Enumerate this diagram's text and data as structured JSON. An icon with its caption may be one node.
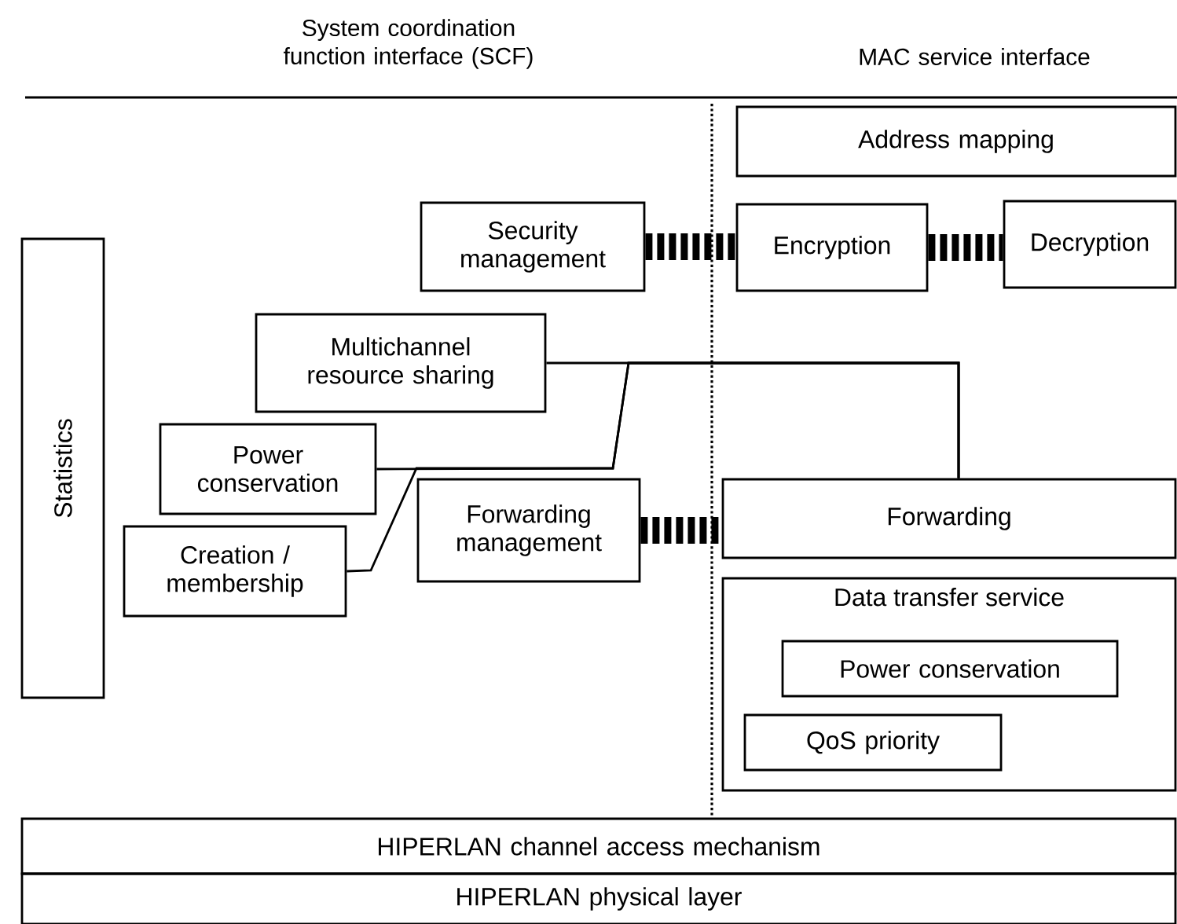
{
  "diagram": {
    "nodes": [
      {
        "text": [
          "Statistics"
        ]
      },
      {
        "text": [
          "Security management"
        ]
      },
      {
        "text": [
          "Encryption"
        ]
      },
      {
        "text": [
          "Decryption"
        ]
      },
      {
        "text": [
          "Address mapping"
        ]
      },
      {
        "text": [
          "Multichannel resource sharing"
        ]
      },
      {
        "text": [
          "Power conservation"
        ]
      },
      {
        "text": [
          "Creation / membership"
        ]
      },
      {
        "text": [
          "Forwarding management"
        ]
      },
      {
        "text": [
          "Forwarding"
        ]
      },
      {
        "text": [
          "Data transfer service"
        ]
      },
      {
        "text": [
          "Power conservation"
        ],
        "in": 10
      },
      {
        "text": [
          "QoS priority"
        ],
        "in": 10
      },
      {
        "text": [
          "HIPERLAN channel access mechanism"
        ]
      },
      {
        "text": [
          "HIPERLAN physical layer"
        ]
      }
    ],
    "edges": [
      {
        "from": 1,
        "to": 2,
        "arrow": "none",
        "style": "dashed"
      },
      {
        "from": 2,
        "to": 3,
        "arrow": "none",
        "style": "dashed"
      },
      {
        "from": 8,
        "to": 9,
        "arrow": "none",
        "style": "dashed"
      },
      {
        "from": 5,
        "to": 9,
        "arrow": "none"
      },
      {
        "from": 6,
        "to": 9,
        "arrow": "none"
      },
      {
        "from": 7,
        "to": 9,
        "arrow": "none"
      }
    ],
    "labels": [
      "System coordination function interface (SCF)",
      "MAC service interface"
    ]
  }
}
